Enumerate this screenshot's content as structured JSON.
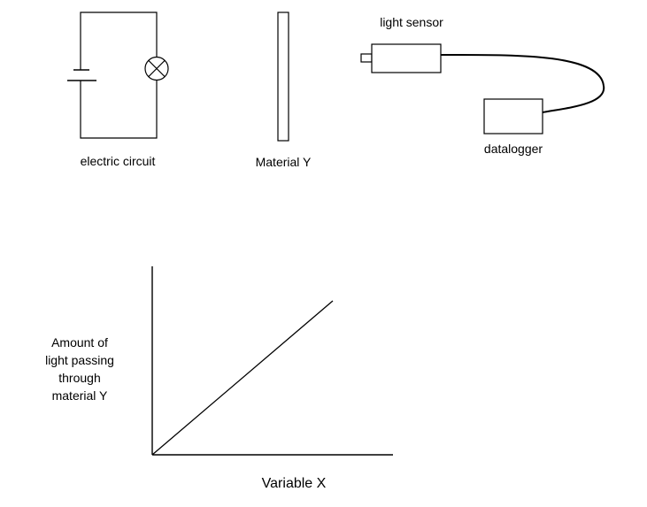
{
  "labels": {
    "circuit": "electric circuit",
    "material": "Material Y",
    "sensor": "light sensor",
    "datalogger": "datalogger"
  },
  "chart_data": {
    "type": "line",
    "xlabel": "Variable X",
    "ylabel_lines": [
      "Amount of",
      "light passing",
      "through",
      "material Y"
    ],
    "title": "",
    "grid": false,
    "ticks": false,
    "series": [
      {
        "relationship": "directly proportional (straight line through origin)"
      }
    ]
  }
}
